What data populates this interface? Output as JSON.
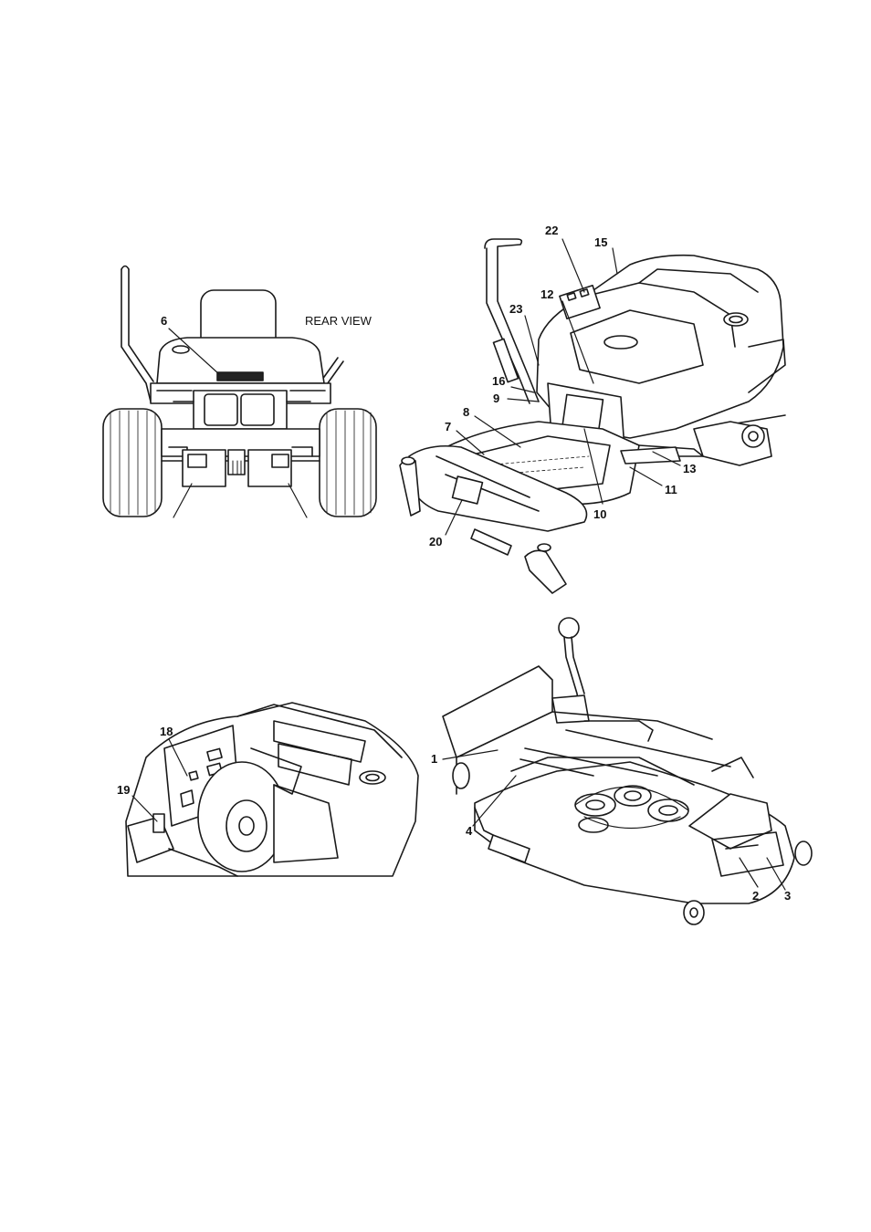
{
  "views": {
    "rear": {
      "label": "REAR VIEW",
      "callouts": [
        "6"
      ]
    },
    "main": {
      "callouts": [
        "22",
        "15",
        "12",
        "23",
        "16",
        "9",
        "8",
        "7",
        "13",
        "11",
        "10",
        "20"
      ]
    },
    "seat": {
      "callouts": [
        "18",
        "19"
      ]
    },
    "deck": {
      "callouts": [
        "1",
        "4",
        "2",
        "3"
      ]
    }
  }
}
